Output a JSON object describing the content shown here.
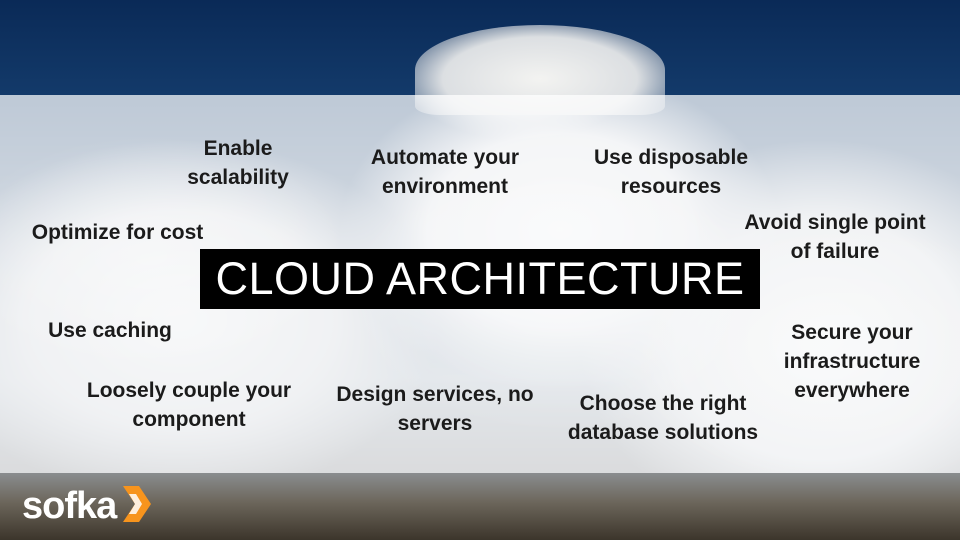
{
  "slide": {
    "title": "CLOUD ARCHITECTURE",
    "principles": {
      "enable_scalability": [
        "Enable",
        "scalability"
      ],
      "automate_environment": [
        "Automate your",
        "environment"
      ],
      "disposable_resources": [
        "Use disposable",
        "resources"
      ],
      "optimize_cost": [
        "Optimize for cost"
      ],
      "avoid_spof": [
        "Avoid single point",
        "of failure"
      ],
      "use_caching": [
        "Use caching"
      ],
      "secure_infrastructure": [
        "Secure your",
        "infrastructure",
        "everywhere"
      ],
      "loosely_couple": [
        "Loosely couple your",
        "component"
      ],
      "design_services": [
        "Design services, no",
        "servers"
      ],
      "right_database": [
        "Choose the right",
        "database solutions"
      ]
    }
  },
  "brand": {
    "logo_text": "sofka",
    "accent_color": "#f7941d",
    "logo_icon": "chevron-right-icon"
  },
  "colors": {
    "title_bg": "#000000",
    "title_fg": "#ffffff",
    "text": "#1b1b1b"
  }
}
